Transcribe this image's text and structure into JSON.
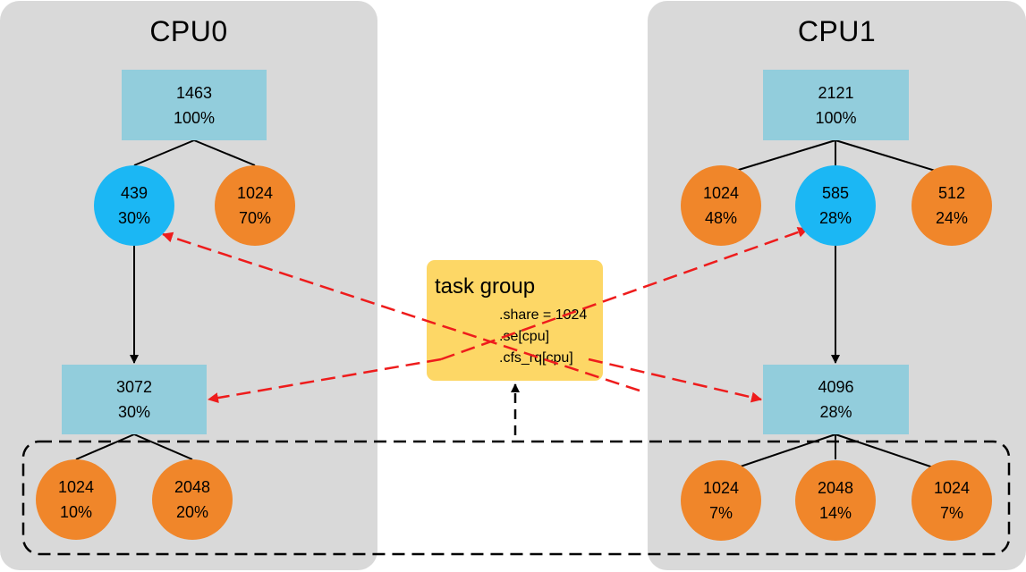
{
  "cpu0": {
    "title": "CPU0",
    "root": {
      "weight": "1463",
      "pct": "100%"
    },
    "children": [
      {
        "weight": "439",
        "pct": "30%",
        "kind": "group-entity"
      },
      {
        "weight": "1024",
        "pct": "70%",
        "kind": "task"
      }
    ],
    "group_rq": {
      "weight": "3072",
      "pct": "30%"
    },
    "group_children": [
      {
        "weight": "1024",
        "pct": "10%"
      },
      {
        "weight": "2048",
        "pct": "20%"
      }
    ]
  },
  "cpu1": {
    "title": "CPU1",
    "root": {
      "weight": "2121",
      "pct": "100%"
    },
    "children": [
      {
        "weight": "1024",
        "pct": "48%",
        "kind": "task"
      },
      {
        "weight": "585",
        "pct": "28%",
        "kind": "group-entity"
      },
      {
        "weight": "512",
        "pct": "24%",
        "kind": "task"
      }
    ],
    "group_rq": {
      "weight": "4096",
      "pct": "28%"
    },
    "group_children": [
      {
        "weight": "1024",
        "pct": "7%"
      },
      {
        "weight": "2048",
        "pct": "14%"
      },
      {
        "weight": "1024",
        "pct": "7%"
      }
    ]
  },
  "task_group": {
    "title": "task group",
    "fields": [
      ".share = 1024",
      ".se[cpu]",
      ".cfs_rq[cpu]"
    ]
  },
  "colors": {
    "panel": "#d9d9d9",
    "runqueue": "#92cddc",
    "task": "#f0862a",
    "group_entity": "#1bb7f4",
    "task_group": "#fdd766",
    "pointer_arrow": "#ee1c1c",
    "tree_line": "#000000"
  }
}
